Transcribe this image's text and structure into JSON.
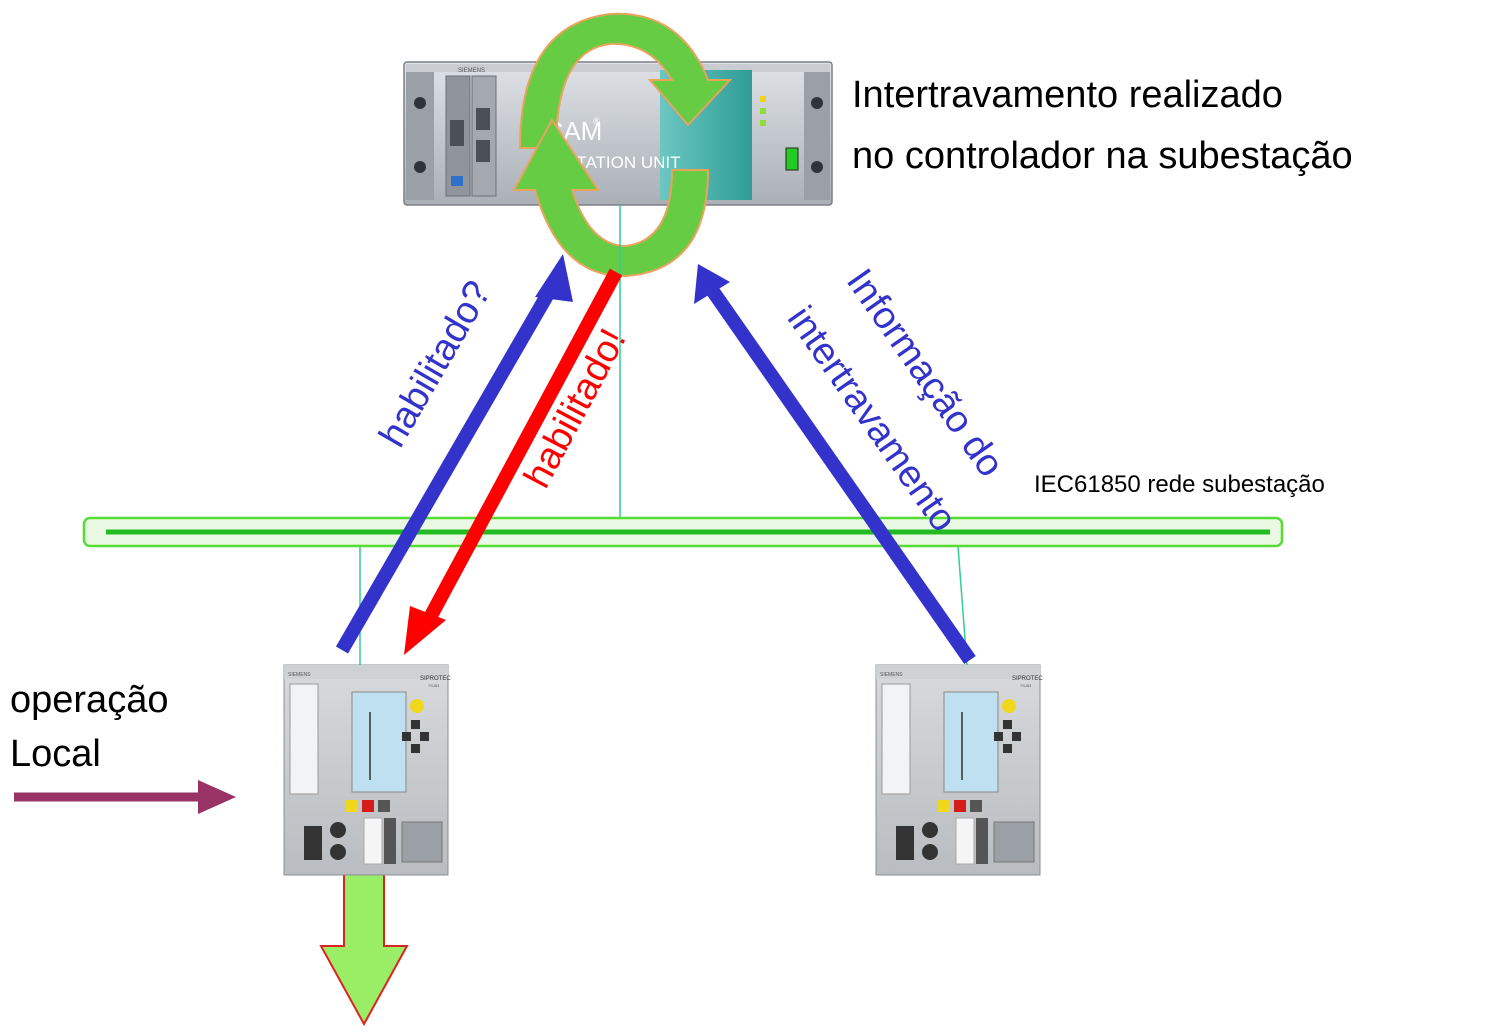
{
  "controller": {
    "brand": "SIEMENS",
    "name": "SICAM",
    "trademark": "®",
    "unit": "STATION UNIT",
    "description_line1": "Intertravamento realizado",
    "description_line2": "no controlador na subestação"
  },
  "network": {
    "label": "IEC61850 rede subestação"
  },
  "arrows": {
    "request": "habilitado?",
    "reply": "habilitado!",
    "info_line1": "Informação do",
    "info_line2": "intertravamento"
  },
  "local_operation": {
    "line1": "operação",
    "line2": "Local"
  },
  "relay": {
    "brand": "SIEMENS",
    "model": "SIPROTEC",
    "model_sub": "7SJ63"
  },
  "colors": {
    "network_green": "#33cc33",
    "arrow_blue": "#3333cc",
    "arrow_red": "#ff0000",
    "arrow_purple": "#993366",
    "cycle_green": "#66cc44",
    "output_green": "#99ee66"
  }
}
